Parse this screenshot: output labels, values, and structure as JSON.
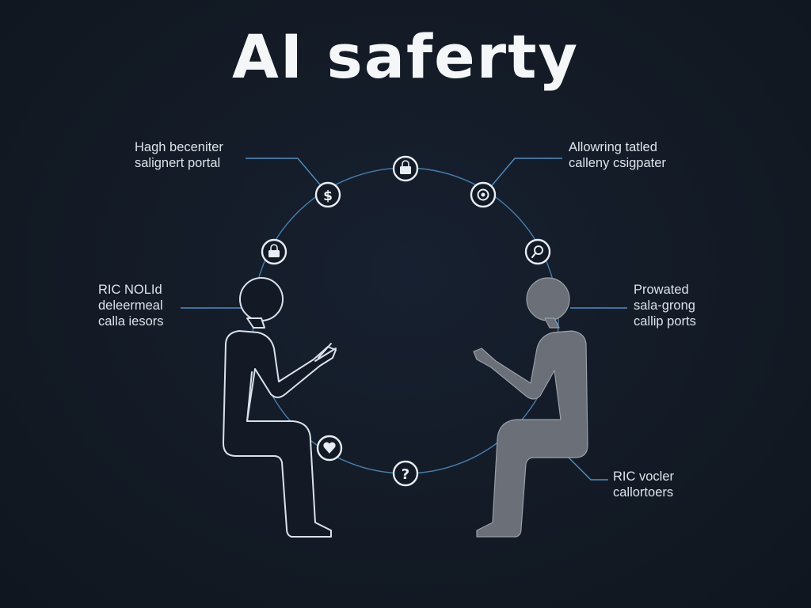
{
  "title": "AI saferty",
  "labels": {
    "top_left": [
      "Hagh beceniter",
      "salignert portal"
    ],
    "top_right": [
      "Allowring tatled",
      "calleny csigpater"
    ],
    "mid_left": [
      "RIC NOLId",
      "deleermeal",
      "calla iesors"
    ],
    "mid_right": [
      "Prowated",
      "sala-grong",
      "callip ports"
    ],
    "bottom_right": [
      "RIC vocler",
      "callortoers"
    ]
  },
  "nodes": [
    {
      "name": "lock-icon",
      "glyph": ""
    },
    {
      "name": "dollar-icon",
      "glyph": "$"
    },
    {
      "name": "target-icon",
      "glyph": ""
    },
    {
      "name": "padlock-icon",
      "glyph": ""
    },
    {
      "name": "search-icon",
      "glyph": ""
    },
    {
      "name": "heart-icon",
      "glyph": ""
    },
    {
      "name": "question-icon",
      "glyph": "?"
    }
  ],
  "colors": {
    "background": "#131a25",
    "ring": "#4f8fc2",
    "connector": "#4f8fc2",
    "outline_figure": "#d9e2ec",
    "filled_figure": "#6d7178"
  }
}
